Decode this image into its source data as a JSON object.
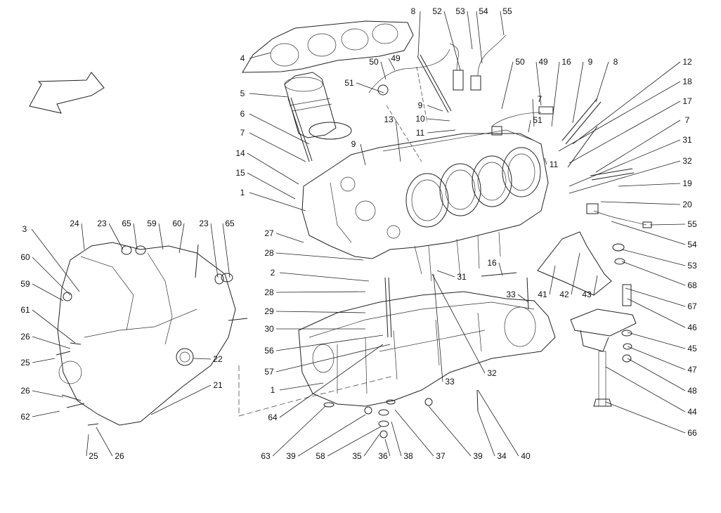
{
  "diagram": {
    "labels": [
      "1",
      "2",
      "3",
      "4",
      "5",
      "6",
      "7",
      "8",
      "9",
      "10",
      "11",
      "12",
      "13",
      "14",
      "15",
      "16",
      "17",
      "18",
      "19",
      "20",
      "21",
      "22",
      "23",
      "24",
      "25",
      "26",
      "27",
      "28",
      "29",
      "30",
      "31",
      "32",
      "33",
      "34",
      "35",
      "36",
      "37",
      "38",
      "39",
      "40",
      "41",
      "42",
      "43",
      "44",
      "45",
      "46",
      "47",
      "48",
      "49",
      "50",
      "51",
      "52",
      "53",
      "54",
      "55",
      "56",
      "57",
      "58",
      "59",
      "60",
      "61",
      "62",
      "63",
      "64",
      "65",
      "66",
      "67",
      "68"
    ]
  }
}
